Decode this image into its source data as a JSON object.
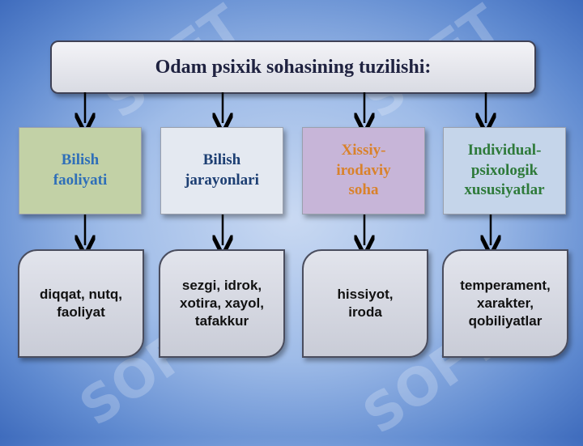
{
  "title": "Odam psixik sohasining tuzilishi:",
  "watermark": "SOFT",
  "categories": [
    {
      "label": "Bilish\nfaoliyati",
      "bg": "#c2d1a6",
      "color": "#2f6fb8"
    },
    {
      "label": "Bilish\njarayonlari",
      "bg": "#e4e9f1",
      "color": "#1d3f73"
    },
    {
      "label": "Xissiy-\nirodaviy\nsoha",
      "bg": "#c7b5d8",
      "color": "#d9822b"
    },
    {
      "label": "Individual-\npsixologik\nxususiyatlar",
      "bg": "#c5d5ea",
      "color": "#2e7a3a"
    }
  ],
  "details": [
    "diqqat, nutq,\nfaoliyat",
    "sezgi, idrok,\nxotira, xayol,\ntafakkur",
    "hissiyot,\niroda",
    "temperament,\nxarakter,\nqobiliyatlar"
  ]
}
